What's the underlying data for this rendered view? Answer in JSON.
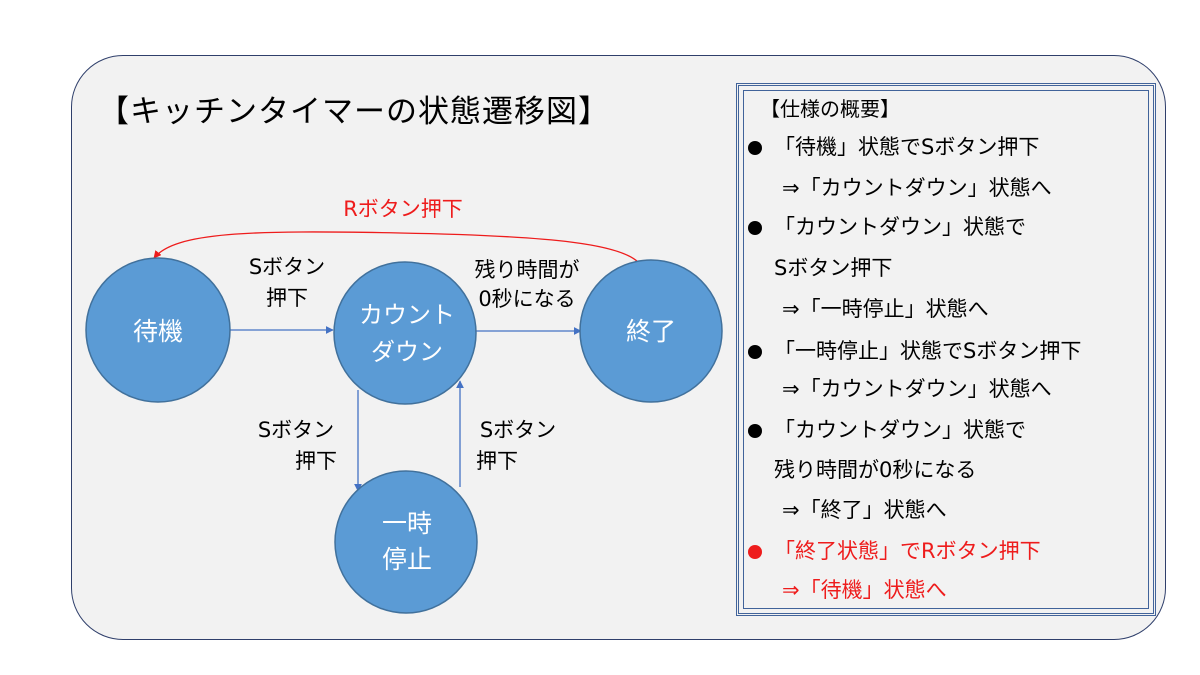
{
  "title": "【キッチンタイマーの状態遷移図】",
  "states": {
    "standby": "待機",
    "countdown_line1": "カウント",
    "countdown_line2": "ダウン",
    "end": "終了",
    "pause_line1": "一時",
    "pause_line2": "停止"
  },
  "transitions": {
    "standby_to_countdown_line1": "Sボタン",
    "standby_to_countdown_line2": "押下",
    "countdown_to_end_line1": "残り時間が",
    "countdown_to_end_line2": "0秒になる",
    "end_to_standby": "Rボタン押下",
    "countdown_to_pause_line1": "Sボタン",
    "countdown_to_pause_line2": "押下",
    "pause_to_countdown_line1": "Sボタン",
    "pause_to_countdown_line2": "押下"
  },
  "spec": {
    "title": "【仕様の概要】",
    "items": [
      {
        "line1": "「待機」状態でSボタン押下",
        "line2": "⇒「カウントダウン」状態へ"
      },
      {
        "line1": "「カウントダウン」状態で",
        "line2": "Sボタン押下",
        "line3": "⇒「一時停止」状態へ"
      },
      {
        "line1": "「一時停止」状態でSボタン押下",
        "line2": "⇒「カウントダウン」状態へ"
      },
      {
        "line1": "「カウントダウン」状態で",
        "line2": "残り時間が0秒になる",
        "line3": "⇒「終了」状態へ"
      },
      {
        "line1": "「終了状態」でRボタン押下",
        "line2": "⇒「待機」状態へ"
      }
    ]
  },
  "colors": {
    "state_fill": "#5b9bd5",
    "state_stroke": "#41719c",
    "arrow": "#4472c4",
    "highlight": "#ee1c1c"
  }
}
